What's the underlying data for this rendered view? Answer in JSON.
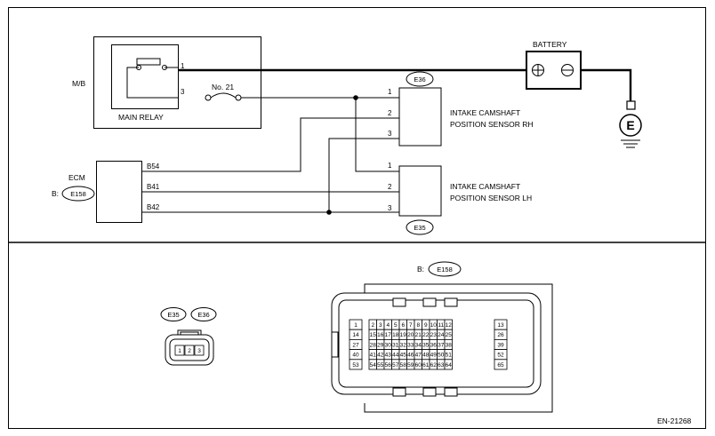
{
  "diagram": {
    "mb_label": "M/B",
    "main_relay_label": "MAIN RELAY",
    "fuse_label": "No. 21",
    "battery_label": "BATTERY",
    "ground_label": "E",
    "ecm_label": "ECM",
    "ecm_connector_prefix": "B:",
    "ecm_connector": "E158",
    "sensor_rh_connector": "E36",
    "sensor_lh_connector": "E35",
    "sensor_rh_label_1": "INTAKE CAMSHAFT",
    "sensor_rh_label_2": "POSITION SENSOR RH",
    "sensor_lh_label_1": "INTAKE CAMSHAFT",
    "sensor_lh_label_2": "POSITION SENSOR LH",
    "relay_pins": [
      "1",
      "3"
    ],
    "sensor_pins": [
      "1",
      "2",
      "3"
    ],
    "ecm_pins": [
      "B54",
      "B41",
      "B42"
    ],
    "connector_views": {
      "ecm_prefix": "B:",
      "ecm_code": "E158",
      "sensor_codes": [
        "E35",
        "E36"
      ],
      "sensor_face_pins": [
        "1",
        "2",
        "3"
      ],
      "ecm_grid_rows": [
        [
          "1",
          "2",
          "3",
          "4",
          "5",
          "6",
          "7",
          "8",
          "9",
          "10",
          "11",
          "12",
          "13"
        ],
        [
          "14",
          "15",
          "16",
          "17",
          "18",
          "19",
          "20",
          "21",
          "22",
          "23",
          "24",
          "25",
          "26"
        ],
        [
          "27",
          "28",
          "29",
          "30",
          "31",
          "32",
          "33",
          "34",
          "35",
          "36",
          "37",
          "38",
          "39"
        ],
        [
          "40",
          "41",
          "42",
          "43",
          "44",
          "45",
          "46",
          "47",
          "48",
          "49",
          "50",
          "51",
          "52"
        ],
        [
          "53",
          "54",
          "55",
          "56",
          "57",
          "58",
          "59",
          "60",
          "61",
          "62",
          "63",
          "64",
          "65"
        ]
      ]
    },
    "figure_id": "EN-21268"
  }
}
